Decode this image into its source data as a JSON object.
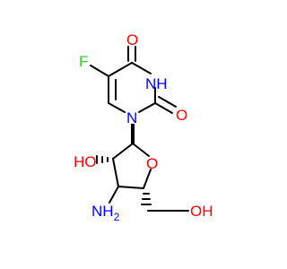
{
  "colors": {
    "bond": "#000000",
    "oxygen": "#ff0000",
    "nitrogen": "#0000ff",
    "fluorine": "#33cc33",
    "carbon": "#000000"
  },
  "atoms": {
    "o_top": "O",
    "nh_ring": "NH",
    "o_right": "O",
    "f": "F",
    "n_ring": "N",
    "ho_sugar": "HO",
    "o_sugar": "O",
    "nh2": "NH",
    "nh2_sub": "2",
    "oh_end": "OH"
  }
}
